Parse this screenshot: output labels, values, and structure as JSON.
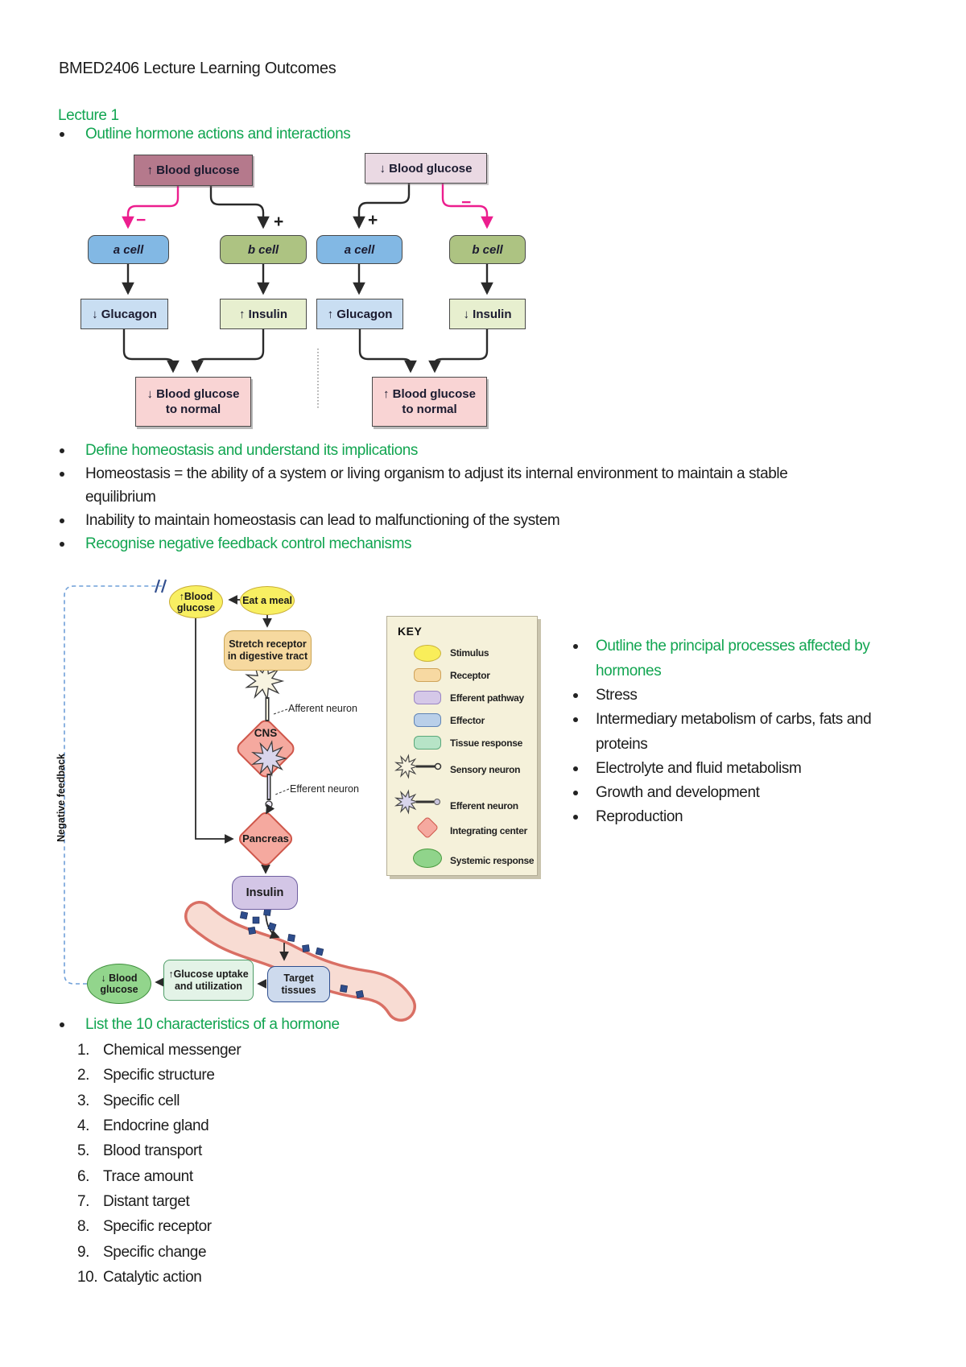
{
  "page": {
    "title": "BMED2406 Lecture Learning Outcomes",
    "section_heading": "Lecture 1"
  },
  "colors": {
    "accent_green": "#12a551",
    "inhibit_pink": "#ec1e8e"
  },
  "outcomes": {
    "o1": "Outline hormone actions and interactions",
    "o2": "Define homeostasis and understand its implications",
    "o3_line1": "Homeostasis = the ability of a system or living organism to adjust its internal environment to maintain a stable",
    "o3_line2": "equilibrium",
    "o4": "Inability to maintain homeostasis can lead to malfunctioning of the system",
    "o5": "Recognise negative feedback control mechanisms",
    "o6_line1": "Outline the principal processes affected by",
    "o6_line2": "hormones",
    "o7": "Stress",
    "o8_line1": "Intermediary metabolism of carbs, fats and",
    "o8_line2": "proteins",
    "o9": "Electrolyte and fluid metabolism",
    "o10": "Growth and development",
    "o11": "Reproduction",
    "o12": "List the 10 characteristics of a hormone"
  },
  "hormone_characteristics": [
    {
      "num": "1.",
      "text": "Chemical messenger"
    },
    {
      "num": "2.",
      "text": "Specific structure"
    },
    {
      "num": "3.",
      "text": "Specific cell"
    },
    {
      "num": "4.",
      "text": "Endocrine gland"
    },
    {
      "num": "5.",
      "text": "Blood transport"
    },
    {
      "num": "6.",
      "text": "Trace amount"
    },
    {
      "num": "7.",
      "text": "Distant target"
    },
    {
      "num": "8.",
      "text": "Specific receptor"
    },
    {
      "num": "9.",
      "text": "Specific change"
    },
    {
      "num": "10.",
      "text": "Catalytic action"
    }
  ],
  "diagram1": {
    "left": {
      "stimulus": "↑ Blood glucose",
      "sign_a": "−",
      "sign_b": "+",
      "a_cell": "a cell",
      "b_cell": "b cell",
      "glucagon": "↓ Glucagon",
      "insulin": "↑ Insulin",
      "result_line1": "↓ Blood glucose",
      "result_line2": "to normal"
    },
    "right": {
      "stimulus": "↓ Blood glucose",
      "sign_a": "+",
      "sign_b": "−",
      "a_cell": "a cell",
      "b_cell": "b cell",
      "glucagon": "↑ Glucagon",
      "insulin": "↓ Insulin",
      "result_line1": "↑ Blood glucose",
      "result_line2": "to normal"
    }
  },
  "diagram2": {
    "feedback_label": "Negative feedback",
    "stimulus_line1": "↑Blood",
    "stimulus_line2": "glucose",
    "eat_a_meal": "Eat a meal",
    "receptor_line1": "Stretch receptor",
    "receptor_line2": "in digestive tract",
    "afferent_label": "Afferent neuron",
    "cns": "CNS",
    "efferent_label": "Efferent neuron",
    "pancreas": "Pancreas",
    "insulin": "Insulin",
    "response_line1": "↓ Blood",
    "response_line2": "glucose",
    "uptake_line1": "↑Glucose uptake",
    "uptake_line2": "and utilization",
    "target_line1": "Target",
    "target_line2": "tissues"
  },
  "key": {
    "title": "KEY",
    "items": [
      {
        "label": "Stimulus"
      },
      {
        "label": "Receptor"
      },
      {
        "label": "Efferent pathway"
      },
      {
        "label": "Effector"
      },
      {
        "label": "Tissue response"
      },
      {
        "label": "Sensory neuron"
      },
      {
        "label": "Efferent neuron"
      },
      {
        "label": "Integrating center"
      },
      {
        "label": "Systemic response"
      }
    ]
  }
}
